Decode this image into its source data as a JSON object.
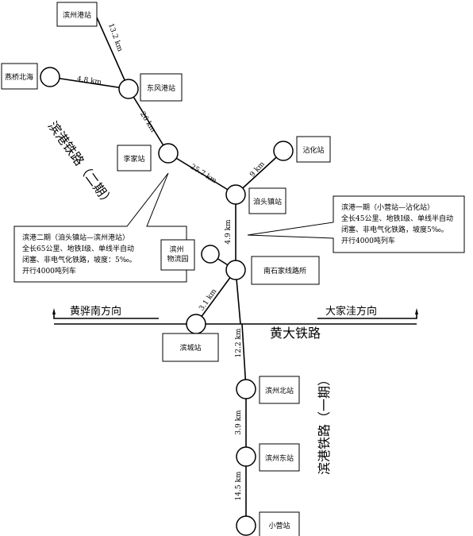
{
  "stations": {
    "binzhou_port": "滨州港站",
    "yanqiao_beihai": "燕桥北海",
    "dongfeng_port": "东风港站",
    "lijia": "李家站",
    "zhanhua": "沾化站",
    "yangtou": "洎头镇站",
    "binzhou_logistics": "滨州\n物流园",
    "nanshijia": "南石家线路所",
    "bincheng": "滨城站",
    "binzhou_north": "滨州北站",
    "binzhou_east": "滨州东站",
    "xiaoying": "小营站"
  },
  "distances": {
    "d_port_dongfeng": "13.2 km",
    "d_yanqiao_dongfeng": "4.8 km",
    "d_dongfeng_lijia": "26 km",
    "d_lijia_yangtou": "25.7 km",
    "d_zhanhua_yangtou": "9 km",
    "d_yangtou_nanshijia": "4.9 km",
    "d_nanshijia_bincheng": "3.1 km",
    "d_huangda_north": "12.2 km",
    "d_north_east": "3.9 km",
    "d_east_xiaoying": "14.5 km"
  },
  "lines": {
    "phase2_title": "滨港铁路（二期）",
    "phase1_title": "滨港铁路（一期）",
    "huangda": "黄大铁路",
    "dir_west": "黄骅南方向",
    "dir_east": "大家洼方向"
  },
  "notes": {
    "phase2": [
      "滨港二期（洎头镇站—滨州港站）",
      "全长65公里、地铁I级、单线半自动",
      "闭塞、非电气化铁路，坡度：5‰。",
      "开行4000吨列车"
    ],
    "phase1": [
      "滨港一期（小营站—沾化站）",
      "全长45公里、地铁I级、单线半自动",
      "闭塞、非电气化铁路，坡度5‰。",
      "开行4000吨列车"
    ]
  },
  "colors": {
    "ink": "#000000",
    "paper": "#ffffff"
  }
}
